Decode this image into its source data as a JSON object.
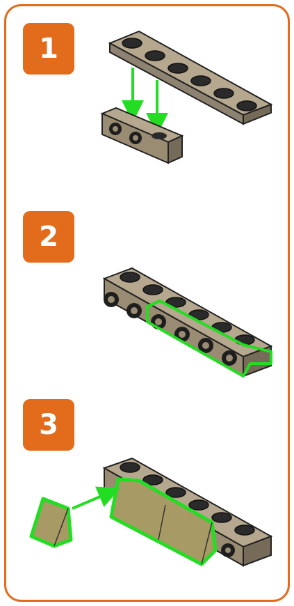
{
  "steps": [
    {
      "number": "1"
    },
    {
      "number": "2"
    },
    {
      "number": "3"
    }
  ],
  "colors": {
    "accent": "#e26b1c",
    "brick": "#9a8c73",
    "brick_dark": "#6f6350",
    "slope": "#a79a64",
    "highlight": "#22dd22"
  },
  "icons": [
    "down-arrow-icon",
    "diagonal-arrow-icon"
  ]
}
